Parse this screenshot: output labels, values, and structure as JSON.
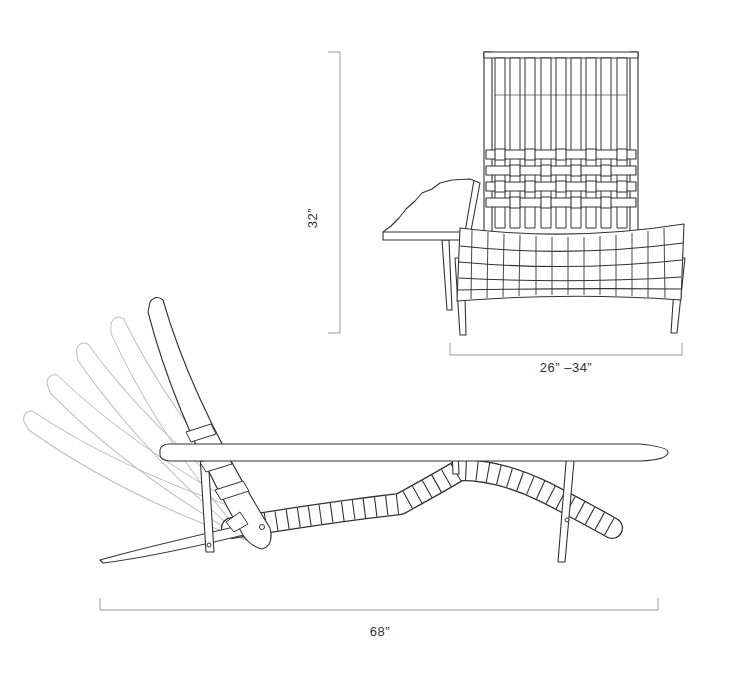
{
  "diagram": {
    "labels": [
      "32”",
      "26” –34”",
      "68”"
    ]
  }
}
